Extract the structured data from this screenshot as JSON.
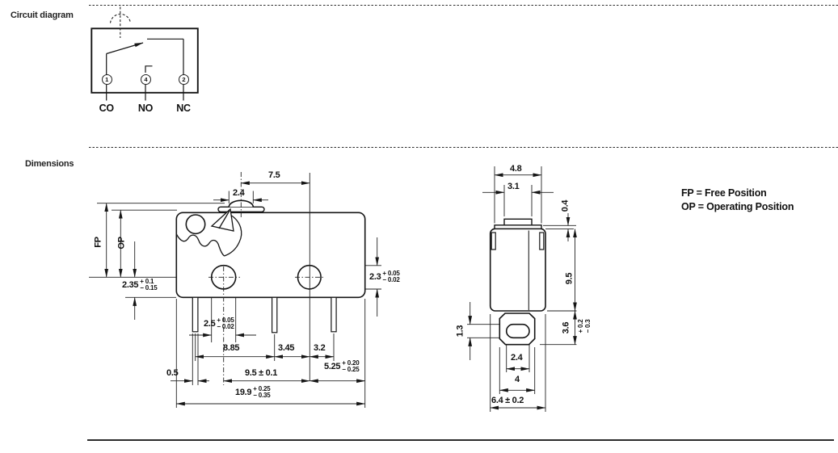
{
  "page": {
    "circuit_section_label": "Circuit diagram",
    "dimensions_section_label": "Dimensions"
  },
  "circuit": {
    "terminals": [
      {
        "number": "1",
        "label": "CO"
      },
      {
        "number": "4",
        "label": "NO"
      },
      {
        "number": "2",
        "label": "NC"
      }
    ]
  },
  "legend": {
    "fp": "FP = Free Position",
    "op": "OP = Operating Position"
  },
  "side_view": {
    "plunger_offset": "7.5",
    "plunger_width": "2.4",
    "fp_label": "FP",
    "op_label": "OP",
    "op_height": {
      "value": "2.35",
      "plus": "+ 0.1",
      "minus": "− 0.15"
    },
    "hole_height": {
      "value": "2.3",
      "plus": "+ 0.05",
      "minus": "− 0.02"
    },
    "hole_width": {
      "value": "2.5",
      "plus": "+ 0.05",
      "minus": "− 0.02"
    },
    "terminal_pitch_1": "8.85",
    "terminal_pitch_2": "3.45",
    "terminal_pitch_3": "3.2",
    "hole_to_edge": {
      "value": "5.25",
      "plus": "+ 0.20",
      "minus": "− 0.25"
    },
    "hole_span": "9.5 ± 0.1",
    "terminal_thickness": "0.5",
    "overall_length": {
      "value": "19.9",
      "plus": "+ 0.25",
      "minus": "− 0.35"
    }
  },
  "front_view": {
    "cap_width": "4.8",
    "button_width": "3.1",
    "cap_height": "0.4",
    "body_height": "9.5",
    "bracket_height": {
      "value": "3.6",
      "plus": "+ 0.2",
      "minus": "− 0.3"
    },
    "slot_height": "1.3",
    "slot_width": "2.4",
    "bracket_width": "4",
    "overall_width": "6.4 ± 0.2"
  }
}
